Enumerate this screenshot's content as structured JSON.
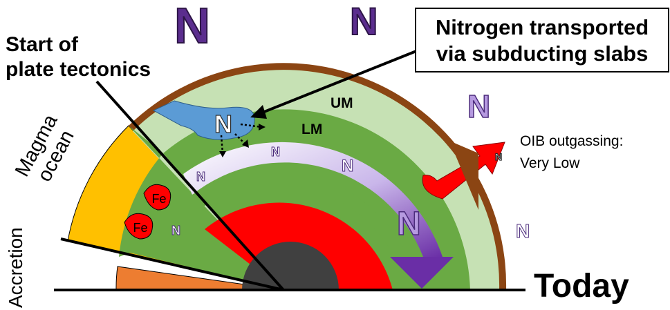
{
  "labels": {
    "start_tectonics_line1": "Start of",
    "start_tectonics_line2": "plate tectonics",
    "magma_ocean_line1": "Magma",
    "magma_ocean_line2": "ocean",
    "accretion": "Accretion",
    "today": "Today",
    "callout_line1": "Nitrogen transported",
    "callout_line2": "via subducting slabs",
    "upper_mantle": "UM",
    "lower_mantle": "LM",
    "oib_line1": "OIB outgassing:",
    "oib_line2": "Very Low",
    "iron_1": "Fe",
    "iron_2": "Fe",
    "nitrogen": "N"
  },
  "colors": {
    "crust": "#8b4513",
    "upper_mantle": "#c6e1b4",
    "lower_mantle": "#6aaa44",
    "outer_core": "#ff0000",
    "inner_core": "#404040",
    "magma_ocean": "#ffc000",
    "accretion": "#ed7d31",
    "slab": "#5b9bd5",
    "nitrogen_dark": "#5b2d8e",
    "nitrogen_light": "#b69ae0",
    "plume": "#ff0000"
  }
}
